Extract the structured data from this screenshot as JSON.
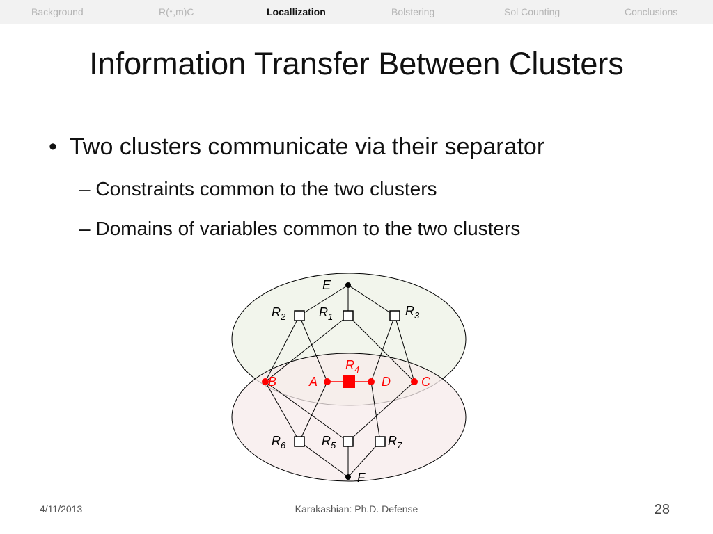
{
  "nav": {
    "items": [
      {
        "label": "Background",
        "active": false
      },
      {
        "label": "R(*,m)C",
        "active": false
      },
      {
        "label": "Locallization",
        "active": true
      },
      {
        "label": "Bolstering",
        "active": false
      },
      {
        "label": "Sol Counting",
        "active": false
      },
      {
        "label": "Conclusions",
        "active": false
      }
    ]
  },
  "slide": {
    "title": "Information Transfer Between Clusters",
    "bullet": "Two clusters communicate via their separator",
    "bullet_marker": "•",
    "subbullets": [
      "– Constraints common to the two clusters",
      "– Domains of variables common to the two clusters"
    ]
  },
  "diagram": {
    "colors": {
      "top_cluster": "#f2f5ec",
      "bottom_cluster": "#f7ebeb",
      "separator": "#ff0000",
      "edge": "#000000"
    },
    "labels": {
      "E": "E",
      "F": "F",
      "R1": "R",
      "R1_sub": "1",
      "R2": "R",
      "R2_sub": "2",
      "R3": "R",
      "R3_sub": "3",
      "R4": "R",
      "R4_sub": "4",
      "R5": "R",
      "R5_sub": "5",
      "R6": "R",
      "R6_sub": "6",
      "R7": "R",
      "R7_sub": "7",
      "A": "A",
      "B": "B",
      "C": "C",
      "D": "D"
    }
  },
  "footer": {
    "date": "4/11/2013",
    "center": "Karakashian: Ph.D. Defense",
    "page": "28"
  }
}
